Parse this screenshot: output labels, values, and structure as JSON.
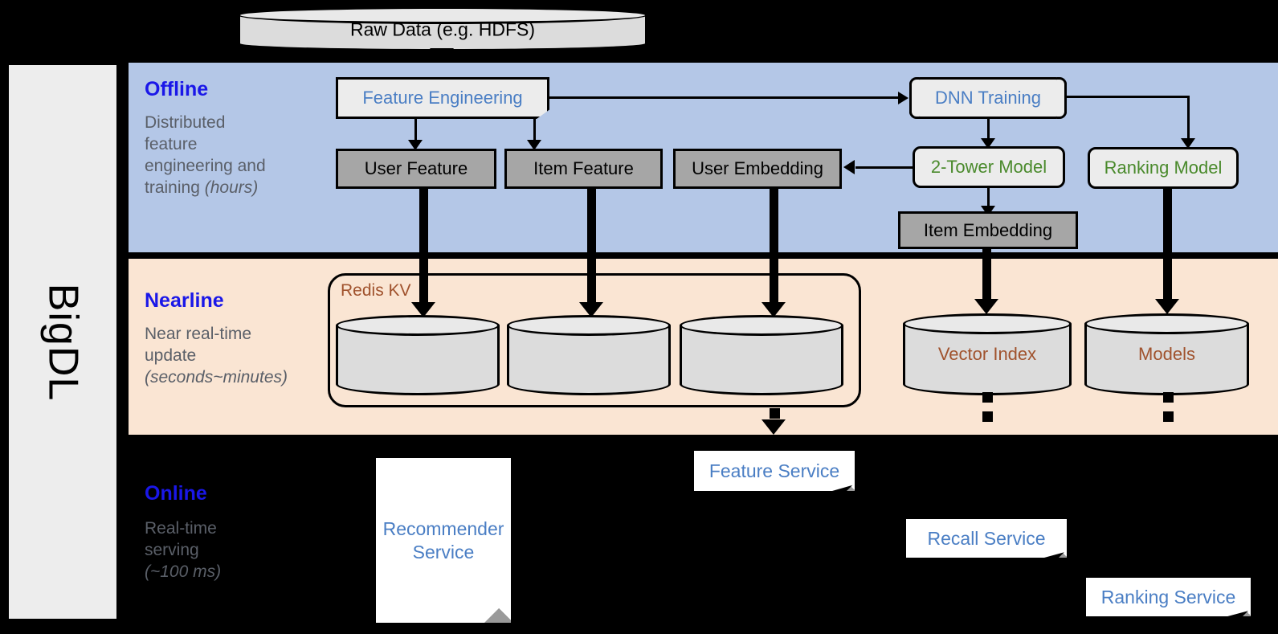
{
  "rail": {
    "label": "BigDL"
  },
  "top": {
    "raw_data": "Raw Data (e.g. HDFS)"
  },
  "bands": {
    "offline": {
      "title": "Offline",
      "sub_line1": "Distributed",
      "sub_line2": "feature",
      "sub_line3": "engineering and",
      "sub_line4": "training ",
      "sub_italic": "(hours)",
      "color": "#b4c7e7"
    },
    "nearline": {
      "title": "Nearline",
      "sub_line1": "Near real-time",
      "sub_line2": "update",
      "sub_italic": "(seconds~minutes)",
      "color": "#fae5d3"
    },
    "online": {
      "title": "Online",
      "sub_line1": "Real-time",
      "sub_line2": "serving",
      "sub_italic": "(~100 ms)",
      "color": "#000000"
    }
  },
  "offline": {
    "feature_engineering": "Feature Engineering",
    "dnn_training": "DNN Training",
    "two_tower_model": "2-Tower Model",
    "ranking_model": "Ranking Model",
    "user_feature": "User Feature",
    "item_feature": "Item Feature",
    "user_embedding": "User Embedding",
    "item_embedding": "Item Embedding"
  },
  "nearline": {
    "redis_label": "Redis KV",
    "vector_index": "Vector Index",
    "models": "Models"
  },
  "online": {
    "recommender_service": "Recommender Service",
    "feature_service": "Feature Service",
    "recall_service": "Recall Service",
    "ranking_service": "Ranking Service"
  },
  "colors": {
    "accent_blue": "#1a17e8",
    "label_blue": "#4a7ec4",
    "label_green": "#4a8a2c",
    "label_brown": "#a0522d",
    "data_gray": "#a6a6a6"
  }
}
